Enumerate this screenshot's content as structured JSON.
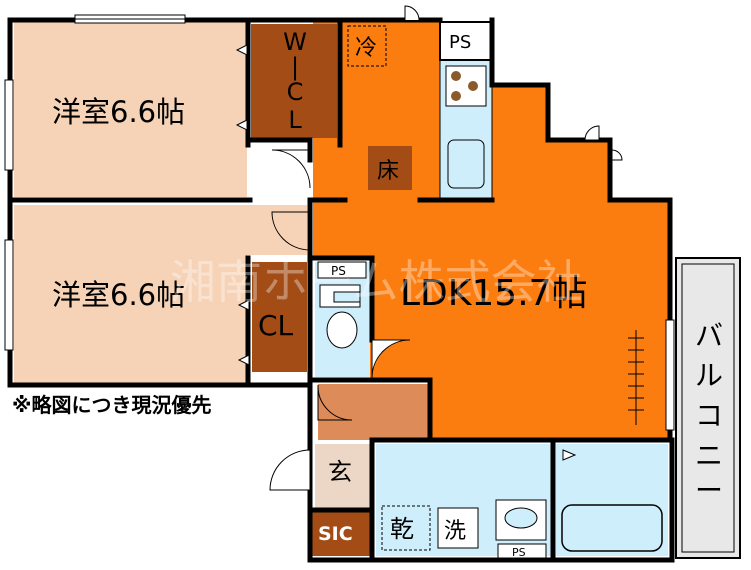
{
  "rooms": {
    "western_room_1": "洋室6.6帖",
    "western_room_2": "洋室6.6帖",
    "ldk": "LDK15.7帖",
    "wic": [
      "W",
      "|",
      "C",
      "L"
    ],
    "closet": "CL",
    "balcony": [
      "バ",
      "ル",
      "コ",
      "ニ",
      "ー"
    ],
    "entrance": "玄",
    "sic": "SIC",
    "dryer": "乾",
    "washer": "洗",
    "fridge": "冷",
    "floor_heating": "床"
  },
  "pipe_spaces": {
    "kitchen": "PS",
    "toilet": "PS",
    "bath": "PS"
  },
  "note": "※略図につき現況優先",
  "watermark": "湘南ホーム株式会社",
  "colors": {
    "bedroom": "#f6d3b6",
    "ldk": "#fb7d10",
    "storage": "#a34c16",
    "wet_area": "#cfeefb",
    "entry_tile": "#ecd6c6",
    "hall": "#dd8b58",
    "wall": "#000000",
    "balcony": "#e8e8e8"
  }
}
